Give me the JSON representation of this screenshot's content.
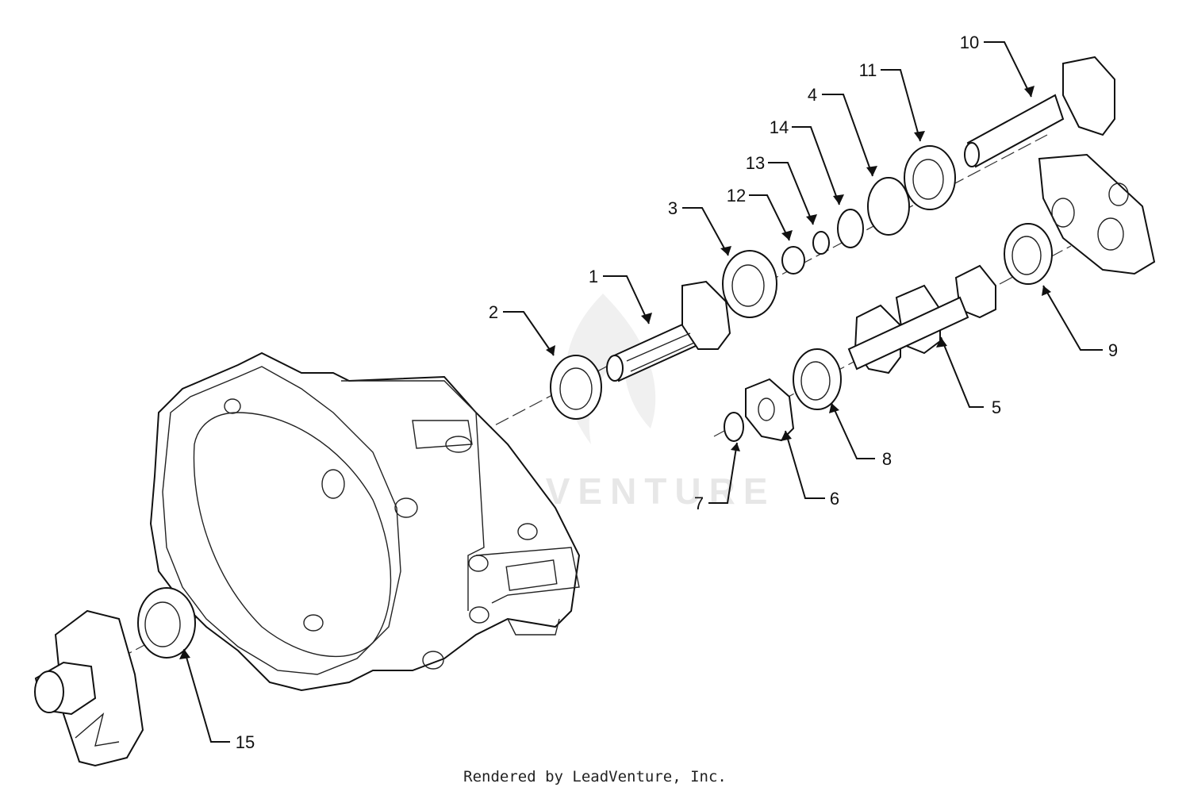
{
  "diagram": {
    "callouts": [
      {
        "id": "1",
        "label": "1"
      },
      {
        "id": "2",
        "label": "2"
      },
      {
        "id": "3",
        "label": "3"
      },
      {
        "id": "4",
        "label": "4"
      },
      {
        "id": "5",
        "label": "5"
      },
      {
        "id": "6",
        "label": "6"
      },
      {
        "id": "7",
        "label": "7"
      },
      {
        "id": "8",
        "label": "8"
      },
      {
        "id": "9",
        "label": "9"
      },
      {
        "id": "10",
        "label": "10"
      },
      {
        "id": "11",
        "label": "11"
      },
      {
        "id": "12",
        "label": "12"
      },
      {
        "id": "13",
        "label": "13"
      },
      {
        "id": "14",
        "label": "14"
      },
      {
        "id": "15",
        "label": "15"
      }
    ]
  },
  "watermark": "LEADVENTURE",
  "footer": "Rendered by LeadVenture, Inc."
}
